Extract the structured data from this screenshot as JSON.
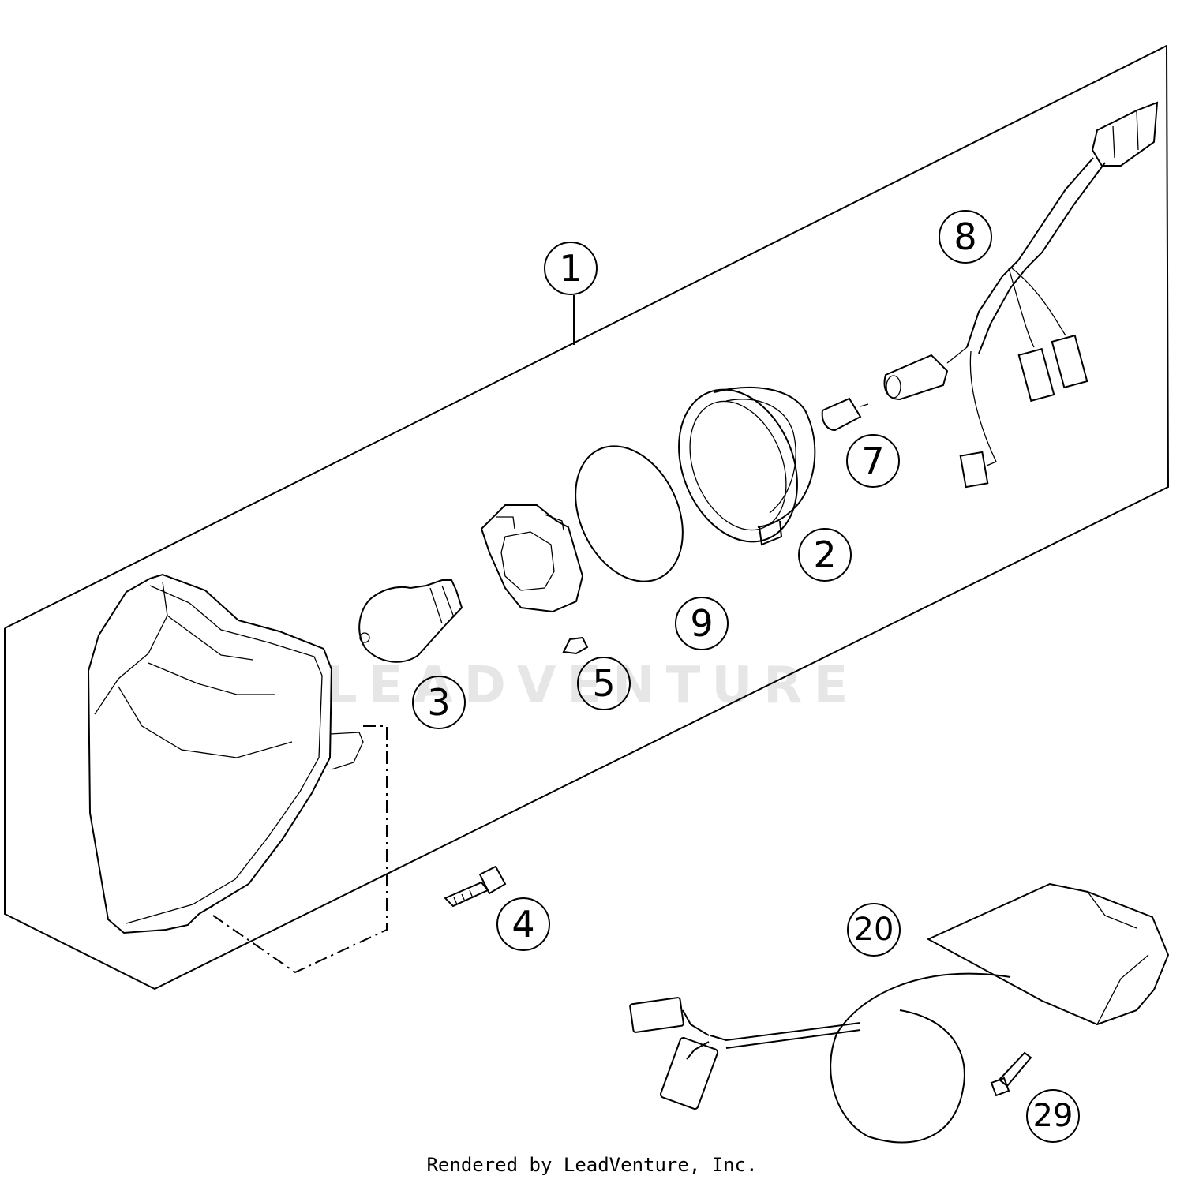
{
  "watermark_text": "LEADVENTURE",
  "footer_text": "Rendered by LeadVenture, Inc.",
  "callouts": {
    "c1": "1",
    "c2": "2",
    "c3": "3",
    "c4": "4",
    "c5": "5",
    "c7": "7",
    "c8": "8",
    "c9": "9",
    "c20": "20",
    "c29": "29"
  }
}
